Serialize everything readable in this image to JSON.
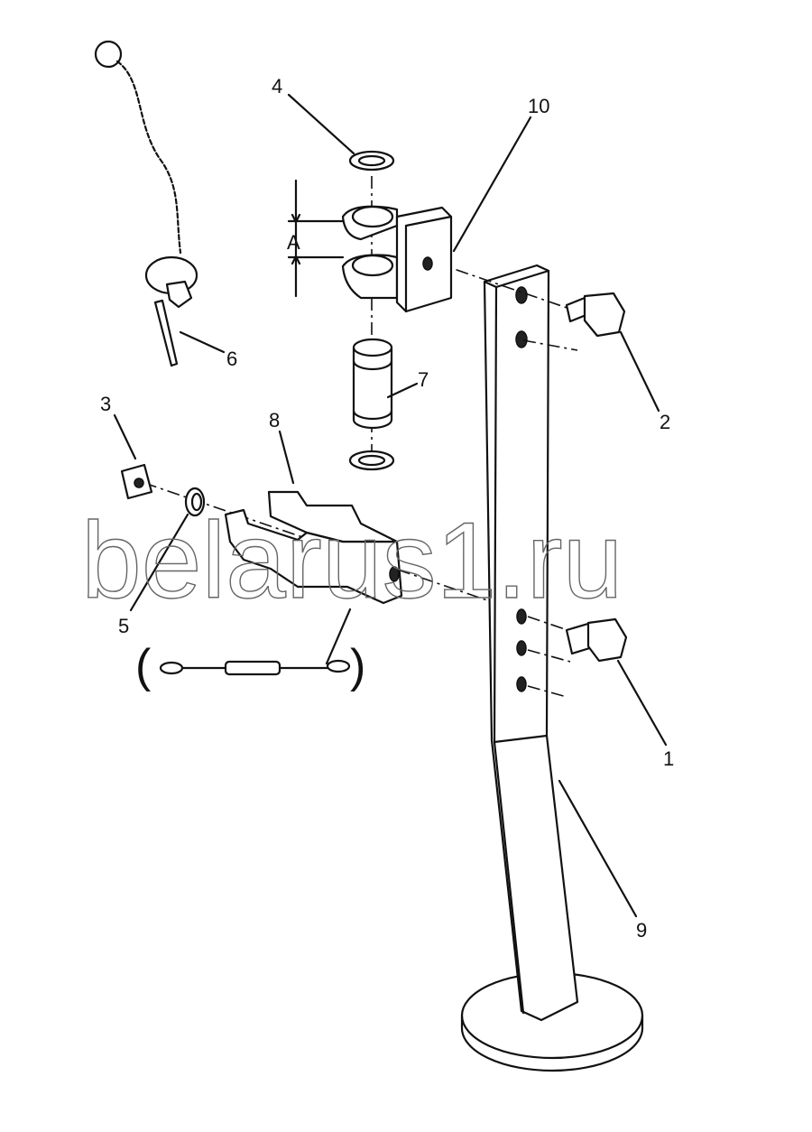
{
  "diagram": {
    "callouts": [
      {
        "id": "1",
        "text": "1"
      },
      {
        "id": "2",
        "text": "2"
      },
      {
        "id": "3",
        "text": "3"
      },
      {
        "id": "4",
        "text": "4"
      },
      {
        "id": "5",
        "text": "5"
      },
      {
        "id": "6",
        "text": "6"
      },
      {
        "id": "7",
        "text": "7"
      },
      {
        "id": "8",
        "text": "8"
      },
      {
        "id": "9",
        "text": "9"
      },
      {
        "id": "10",
        "text": "10"
      }
    ],
    "dimension_label": "A",
    "parentheses": {
      "open": "(",
      "close": ")"
    },
    "watermark": "belarus1.ru"
  }
}
